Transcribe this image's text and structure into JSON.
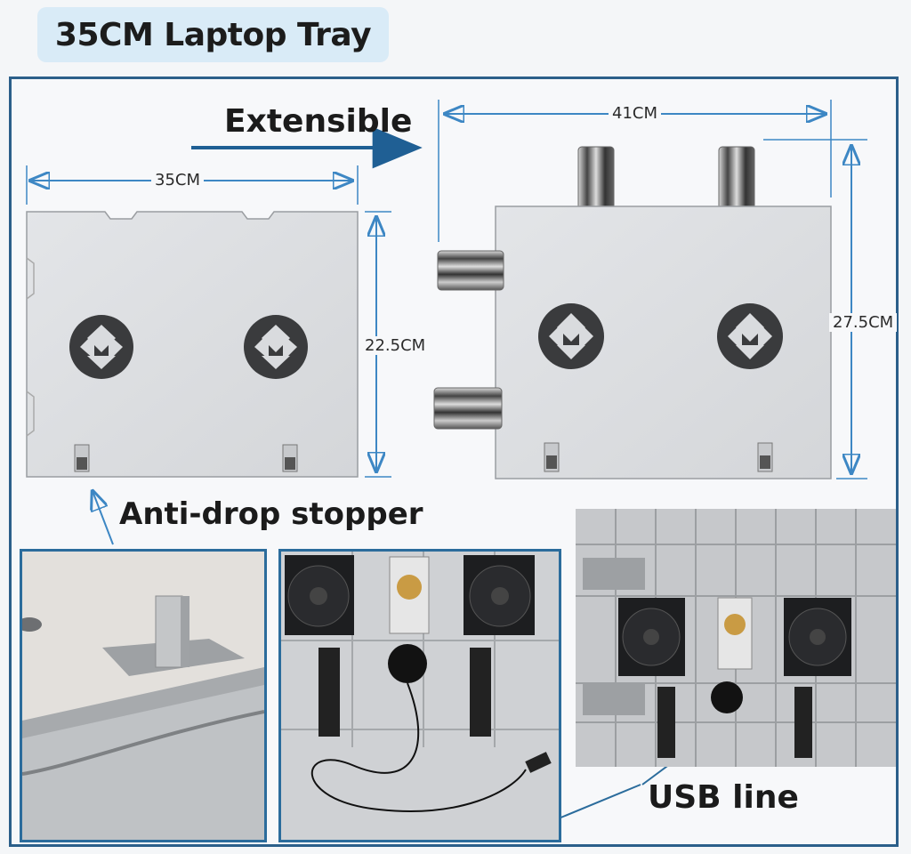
{
  "title": "35CM Laptop Tray",
  "labels": {
    "extensible": "Extensible",
    "anti_drop": "Anti-drop stopper",
    "usb_line": "USB line"
  },
  "dimensions": {
    "width_closed": "35CM",
    "height_closed": "22.5CM",
    "width_extended": "41CM",
    "height_extended": "27.5CM"
  },
  "colors": {
    "accent": "#2b6c9c",
    "tray": "#dcdee1",
    "pill": "#d9ebf7"
  }
}
